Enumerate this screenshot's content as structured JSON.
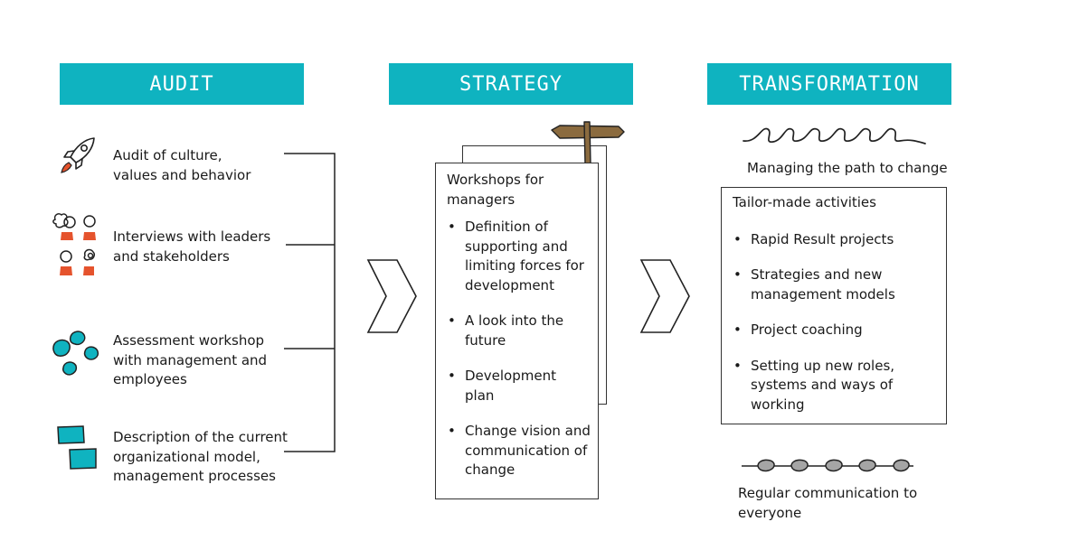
{
  "headers": {
    "audit": "AUDIT",
    "strategy": "STRATEGY",
    "transformation": "TRANSFORMATION"
  },
  "audit": {
    "items": [
      {
        "text": "Audit of culture,\nvalues and behavior",
        "icon": "rocket-icon"
      },
      {
        "text": "Interviews with leaders\nand stakeholders",
        "icon": "people-icon"
      },
      {
        "text": "Assessment workshop\nwith management and\nemployees",
        "icon": "bubbles-icon"
      },
      {
        "text": "Description of the current\norganizational model,\nmanagement processes",
        "icon": "cards-icon"
      }
    ]
  },
  "strategy": {
    "title": "Workshops for\nmanagers",
    "items": [
      "Definition of\nsupporting and\nlimiting forces for\ndevelopment",
      "A look into the\nfuture",
      "Development\nplan",
      "Change vision and\ncommunication of\nchange"
    ]
  },
  "transformation": {
    "path_label": "Managing the path to change",
    "box_title": "Tailor-made activities",
    "items": [
      "Rapid Result projects",
      "Strategies and new\nmanagement models",
      "Project coaching",
      "Setting up new roles,\nsystems and ways of\nworking"
    ],
    "communication_label": "Regular communication to\neveryone"
  },
  "colors": {
    "accent": "#0fb3c0",
    "icon_orange": "#e5532d",
    "signpost": "#8b6b3f",
    "bead_gray": "#a5a5a5"
  }
}
